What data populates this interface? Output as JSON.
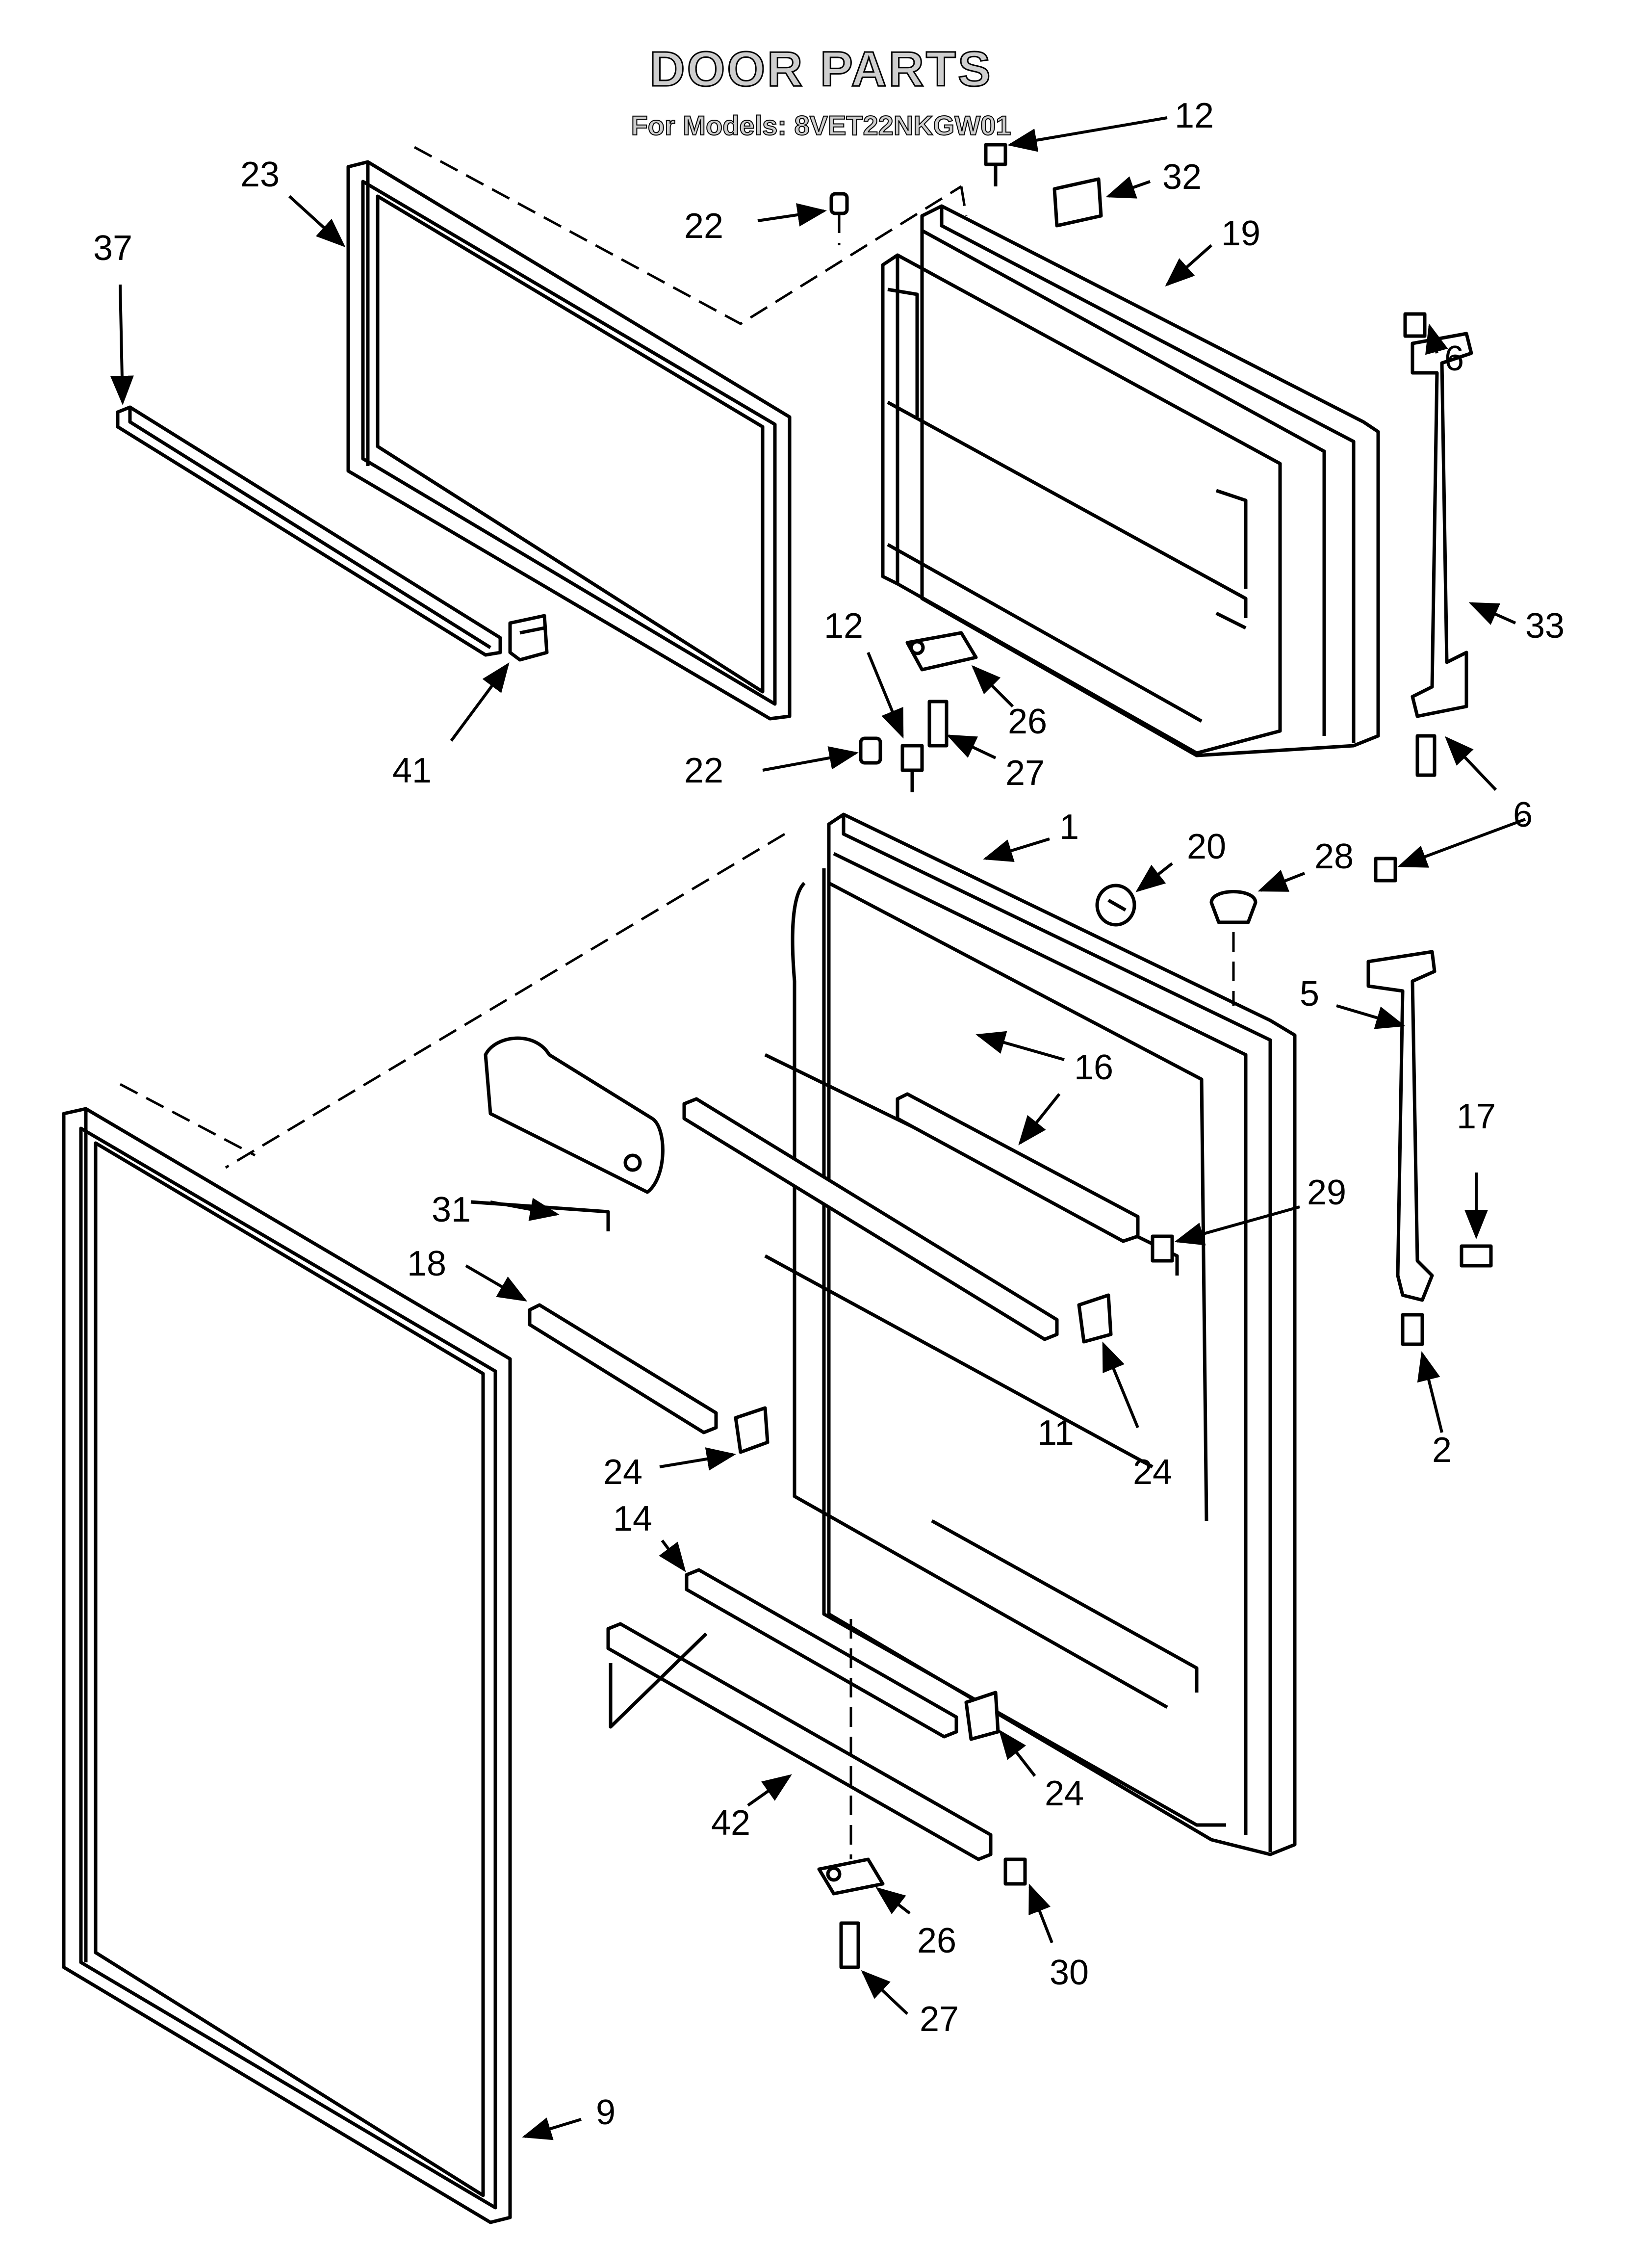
{
  "header": {
    "title": "DOOR PARTS",
    "subtitle": "For Models: 8VET22NKGW01"
  },
  "callouts": [
    {
      "id": "c-12-top",
      "label": "12"
    },
    {
      "id": "c-32",
      "label": "32"
    },
    {
      "id": "c-22-top",
      "label": "22"
    },
    {
      "id": "c-19",
      "label": "19"
    },
    {
      "id": "c-23",
      "label": "23"
    },
    {
      "id": "c-37",
      "label": "37"
    },
    {
      "id": "c-6-top",
      "label": "6"
    },
    {
      "id": "c-33",
      "label": "33"
    },
    {
      "id": "c-41",
      "label": "41"
    },
    {
      "id": "c-12-mid",
      "label": "12"
    },
    {
      "id": "c-26-top",
      "label": "26"
    },
    {
      "id": "c-27-top",
      "label": "27"
    },
    {
      "id": "c-22-mid",
      "label": "22"
    },
    {
      "id": "c-6-bottom",
      "label": "6"
    },
    {
      "id": "c-1",
      "label": "1"
    },
    {
      "id": "c-20",
      "label": "20"
    },
    {
      "id": "c-28",
      "label": "28"
    },
    {
      "id": "c-5",
      "label": "5"
    },
    {
      "id": "c-16",
      "label": "16"
    },
    {
      "id": "c-17",
      "label": "17"
    },
    {
      "id": "c-29",
      "label": "29"
    },
    {
      "id": "c-31",
      "label": "31"
    },
    {
      "id": "c-18",
      "label": "18"
    },
    {
      "id": "c-11",
      "label": "11"
    },
    {
      "id": "c-24-right",
      "label": "24"
    },
    {
      "id": "c-2",
      "label": "2"
    },
    {
      "id": "c-24-left",
      "label": "24"
    },
    {
      "id": "c-14",
      "label": "14"
    },
    {
      "id": "c-24-bottom",
      "label": "24"
    },
    {
      "id": "c-42",
      "label": "42"
    },
    {
      "id": "c-26-bottom",
      "label": "26"
    },
    {
      "id": "c-30",
      "label": "30"
    },
    {
      "id": "c-27-bottom",
      "label": "27"
    },
    {
      "id": "c-9",
      "label": "9"
    }
  ]
}
